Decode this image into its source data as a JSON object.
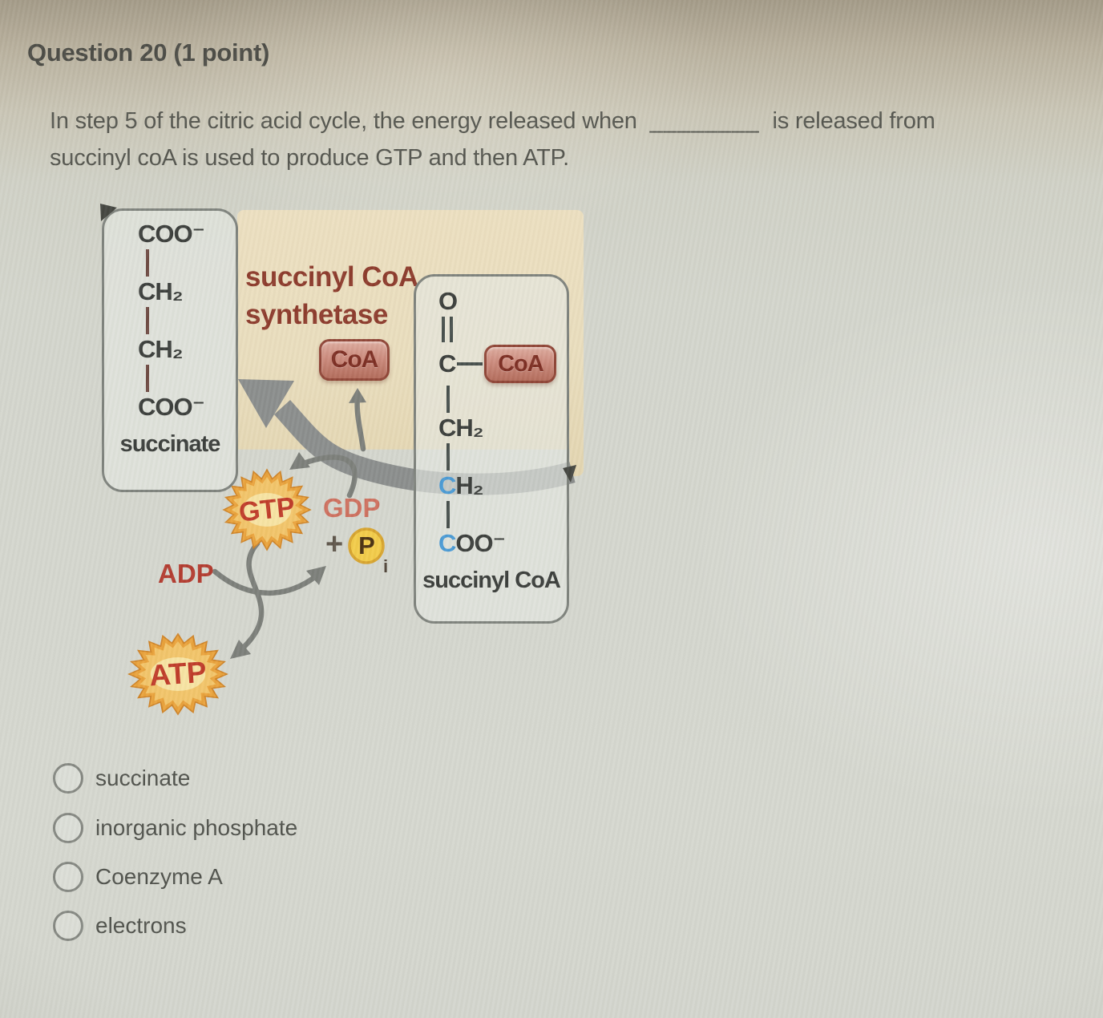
{
  "question": {
    "header": "Question 20 (1 point)",
    "line1_before": "In step 5 of the citric acid cycle, the energy released when",
    "blank": "________",
    "line1_after": "is released from",
    "line2": "succinyl coA is used to produce GTP and then ATP."
  },
  "diagram": {
    "enzyme": {
      "line1": "succinyl CoA",
      "line2": "synthetase"
    },
    "free_coa_badge": "CoA",
    "succinate_box": {
      "coo_top": "COO⁻",
      "ch2_a": "CH₂",
      "ch2_b": "CH₂",
      "coo_bottom": "COO⁻",
      "label": "succinate"
    },
    "succinyl_box": {
      "o": "O",
      "c": "C",
      "badge": "CoA",
      "ch2_a": "CH₂",
      "ch2_b_c": "C",
      "ch2_b_rest": "H₂",
      "coo_c": "C",
      "coo_rest": "OO⁻",
      "label": "succinyl CoA"
    },
    "nucleotides": {
      "gtp": "GTP",
      "gdp": "GDP",
      "plus": "+",
      "p": "P",
      "p_sub": "i",
      "adp": "ADP",
      "atp": "ATP"
    }
  },
  "options": [
    {
      "label": "succinate"
    },
    {
      "label": "inorganic phosphate"
    },
    {
      "label": "Coenzyme A"
    },
    {
      "label": "electrons"
    }
  ],
  "colors": {
    "enzyme_text": "#8c3a2b",
    "coa_badge_text": "#7c2d22",
    "coa_badge_border": "#8f4536",
    "starburst_spikes": "#e9a23b",
    "starburst_center": "#f7e3a2",
    "gtp_atp_text": "#bf3a28",
    "gdp_text": "#cd6f5d",
    "adp_text": "#b23a2e",
    "phosphate_fill": "#f2cb49",
    "blue_carbon": "#4a9ad4",
    "tan_panel": "#e9ddbd"
  }
}
